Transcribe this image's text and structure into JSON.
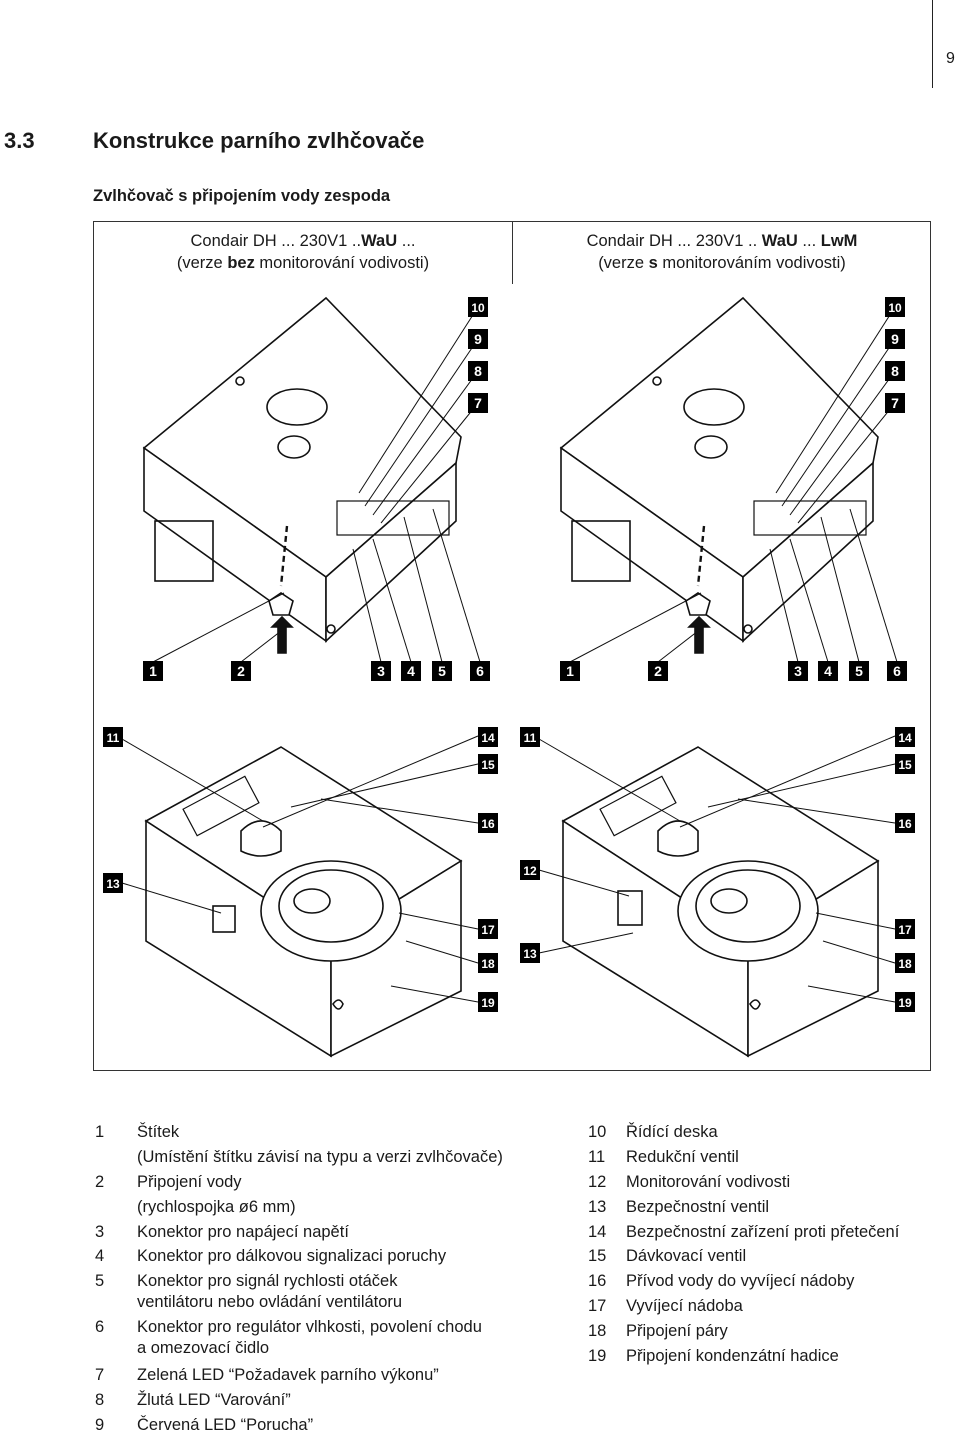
{
  "page_number": "9",
  "section": {
    "number": "3.3",
    "title": "Konstrukce parního zvlhčovače",
    "subtitle": "Zvlhčovač s připojením vody zespoda"
  },
  "figure": {
    "left_caption": {
      "line1_a": "Condair DH ... 230V1 ..",
      "line1_b": "WaU",
      "line1_c": " ...",
      "line2_a": "(verze ",
      "line2_b": "bez",
      "line2_c": " monitorování vodivosti)"
    },
    "right_caption": {
      "line1_a": "Condair DH ... 230V1 .. ",
      "line1_b": "WaU",
      "line1_c": " ... ",
      "line1_d": "LwM",
      "line2_a": "(verze ",
      "line2_b": "s",
      "line2_c": " monitorováním vodivosti)"
    },
    "callouts": [
      "1",
      "2",
      "3",
      "4",
      "5",
      "6",
      "7",
      "8",
      "9",
      "10",
      "11",
      "12",
      "13",
      "14",
      "15",
      "16",
      "17",
      "18",
      "19"
    ]
  },
  "legend_left": [
    {
      "num": "1",
      "text": "Štítek"
    },
    {
      "num": "",
      "text": "(Umístění štítku závisí na typu a verzi zvlhčovače)"
    },
    {
      "num": "2",
      "text": "Připojení vody"
    },
    {
      "num": "",
      "text": "(rychlospojka ø6 mm)"
    },
    {
      "num": "3",
      "text": "Konektor pro napájecí napětí"
    },
    {
      "num": "4",
      "text": "Konektor pro dálkovou signalizaci poruchy"
    },
    {
      "num": "5",
      "text": "Konektor pro signál rychlosti otáček",
      "text2": "ventilátoru nebo ovládání ventilátoru"
    },
    {
      "num": "6",
      "text": "Konektor pro regulátor vlhkosti, povolení chodu",
      "text2": "a omezovací čidlo"
    },
    {
      "num": "7",
      "text": "Zelená LED “Požadavek parního výkonu”"
    },
    {
      "num": "8",
      "text": "Žlutá LED “Varování”"
    },
    {
      "num": "9",
      "text": "Červená LED “Porucha”"
    }
  ],
  "legend_right": [
    {
      "num": "10",
      "text": "Řídící deska"
    },
    {
      "num": "11",
      "text": "Redukční ventil"
    },
    {
      "num": "12",
      "text": "Monitorování vodivosti"
    },
    {
      "num": "13",
      "text": "Bezpečnostní ventil"
    },
    {
      "num": "14",
      "text": "Bezpečnostní zařízení proti přetečení"
    },
    {
      "num": "15",
      "text": "Dávkovací ventil"
    },
    {
      "num": "16",
      "text": "Přívod vody do vyvíjecí nádoby"
    },
    {
      "num": "17",
      "text": "Vyvíjecí nádoba"
    },
    {
      "num": "18",
      "text": "Připojení páry"
    },
    {
      "num": "19",
      "text": "Připojení kondenzátní hadice"
    }
  ]
}
